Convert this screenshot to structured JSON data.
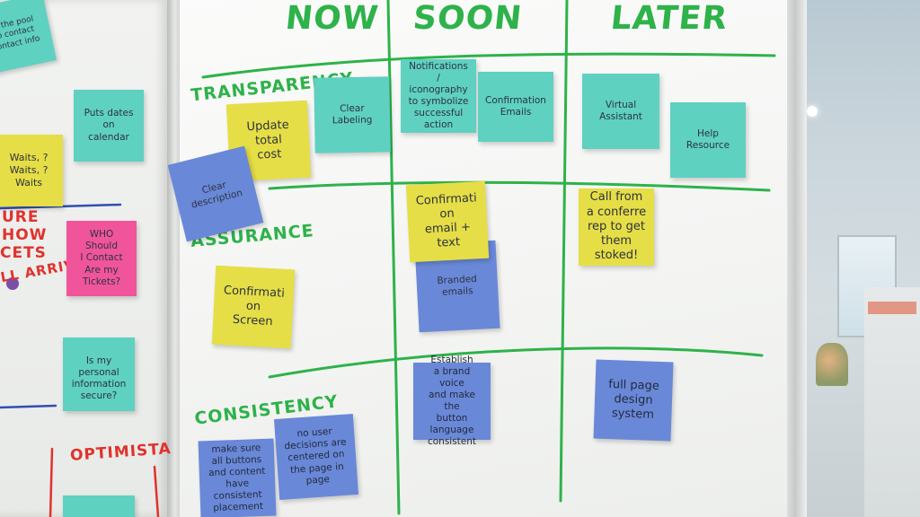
{
  "columns": {
    "now": "NOW",
    "soon": "SOON",
    "later": "LATER"
  },
  "rows": {
    "transparency": "TRANSPARENCY",
    "assurance": "ASSURANCE",
    "consistency": "CONSISTENCY"
  },
  "left_board": {
    "red_text": [
      "URE",
      "HOW",
      "CETS",
      "LL ARRIVE"
    ],
    "optimism": "OPTIMISTA",
    "notes": {
      "top_teal": "of the pool\nto contact\ncontact info",
      "puts_dates": "Puts dates\non calendar",
      "waits": "Waits, ?\nWaits, ?\nWaits",
      "who_contact": "WHO Should\nI Contact\nAre my\nTickets?",
      "personal_info": "Is my personal\ninformation\nsecure?"
    }
  },
  "notes": {
    "update_total_cost": "Update\ntotal\ncost",
    "clear_description": "Clear\ndescription",
    "clear_labeling": "Clear Labeling",
    "notifications": "Notifications/\niconography\nto symbolize\nsuccessful\naction",
    "confirmation_emails": "Confirmation\nEmails",
    "virtual_assistant": "Virtual Assistant",
    "help_resource": "Help Resource",
    "confirmation_email_text": "Confirmation\nemail +\ntext",
    "branded_emails": "Branded\nemails",
    "call_from_conference": "Call from\na conferre\nrep to get\nthem stoked!",
    "confirmation_screen": "Confirmation\nScreen",
    "establish_brand_voice": "Establish\na brand voice\nand make the\nbutton language\nconsistent",
    "full_page_design": "full page\ndesign\nsystem",
    "buttons_placement": "make sure\nall buttons\nand content\nhave consistent\nplacement",
    "user_decisions": "no user\ndecisions are\ncentered on\nthe page in\npage"
  },
  "colors": {
    "marker_green": "#2eb24a",
    "marker_red": "#e0322d",
    "marker_blue": "#2f4fb0",
    "note_teal": "#5fd1c1",
    "note_yellow": "#e6de46",
    "note_blue": "#6a88d8",
    "note_pink": "#f0559b"
  }
}
